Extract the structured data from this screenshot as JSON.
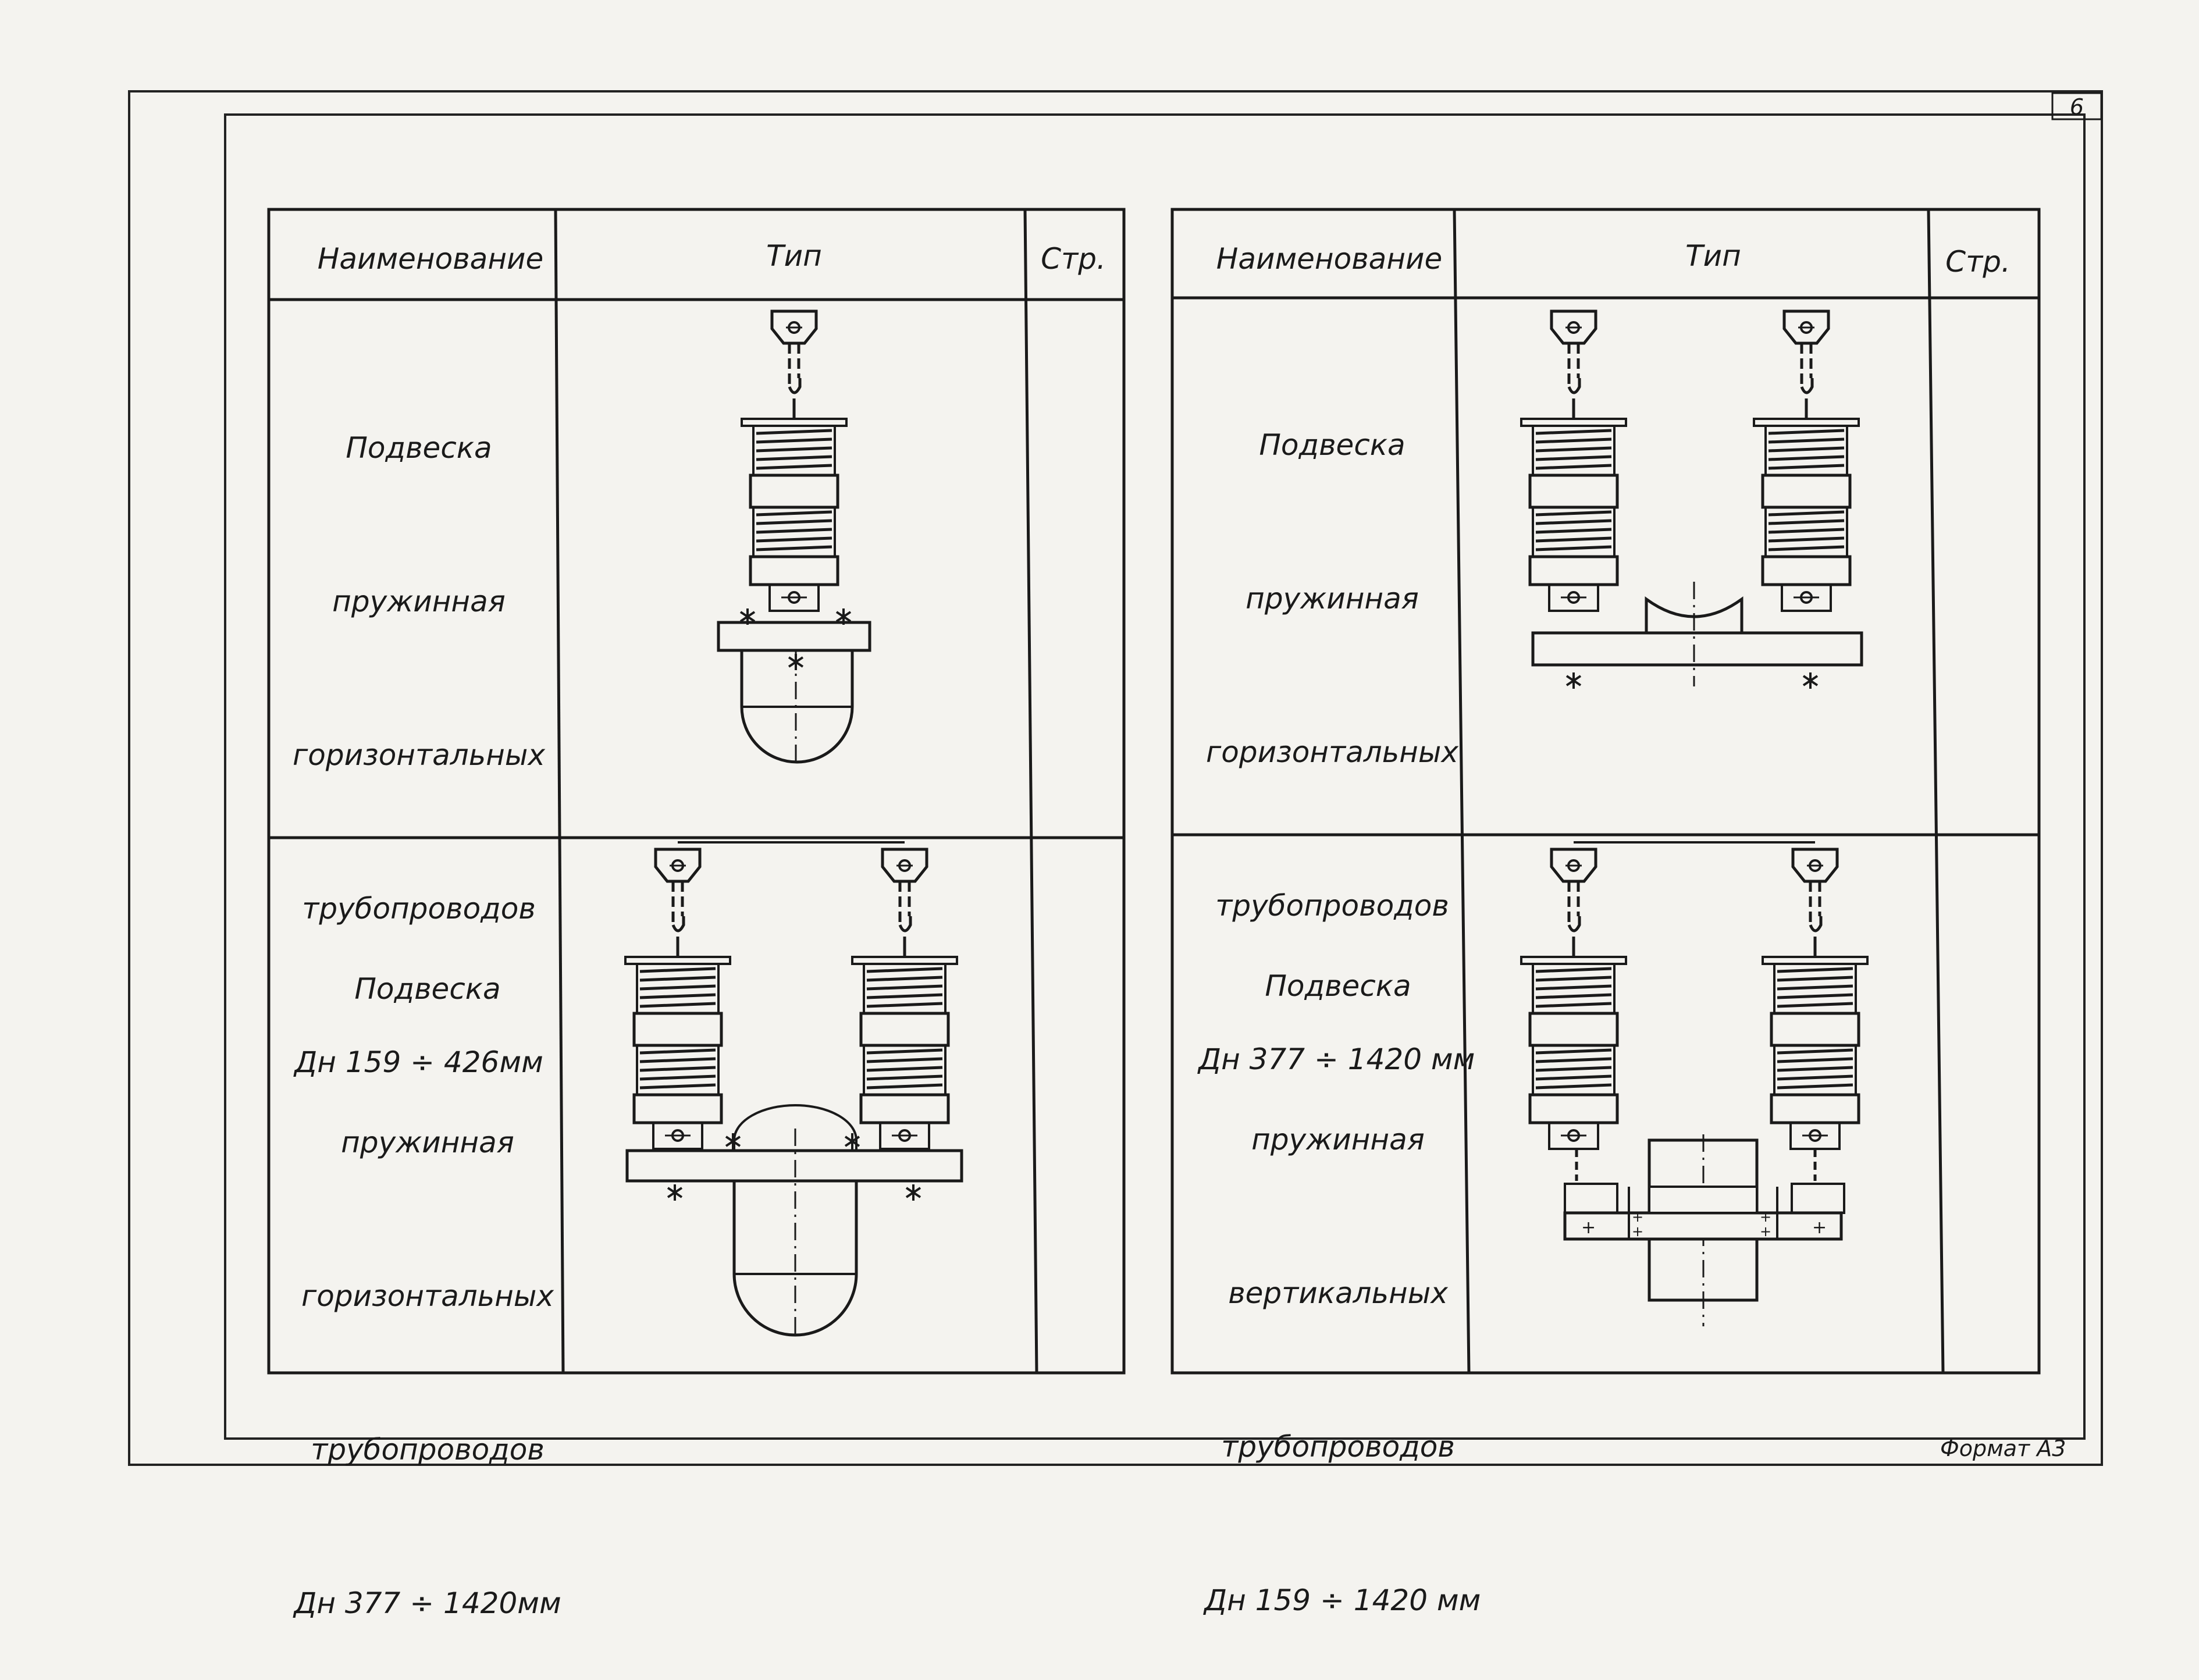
{
  "sheet": {
    "number": "6",
    "format_label": "Формат А3"
  },
  "left_table": {
    "headers": {
      "name": "Наименование",
      "type": "Тип",
      "page": "Стр."
    },
    "rows": [
      {
        "lines": [
          "Подвеска",
          "пружинная",
          "горизонтальных",
          "трубопроводов",
          "Дн 159 ÷ 426мм"
        ]
      },
      {
        "lines": [
          "Подвеска",
          "пружинная",
          "горизонтальных",
          "трубопроводов",
          "Дн 377 ÷ 1420мм"
        ]
      }
    ]
  },
  "right_table": {
    "headers": {
      "name": "Наименование",
      "type": "Тип",
      "page": "Стр."
    },
    "rows": [
      {
        "lines": [
          "Подвеска",
          "пружинная",
          "горизонтальных",
          "трубопроводов",
          "Дн 377 ÷ 1420 мм"
        ]
      },
      {
        "lines": [
          "Подвеска",
          "пружинная",
          "вертикальных",
          "трубопроводов",
          "Дн 159 ÷ 1420 мм"
        ]
      }
    ]
  },
  "colors": {
    "paper": "#f4f3ef",
    "ink": "#1a1a1a"
  },
  "icons": [
    "spring-hanger-single-icon",
    "spring-hanger-double-icon",
    "spring-hanger-vertical-icon"
  ]
}
